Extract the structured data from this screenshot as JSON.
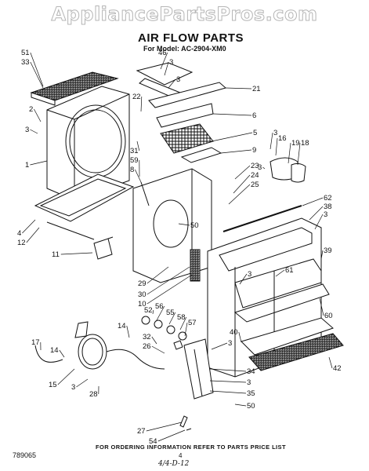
{
  "watermark": "AppliancePartsPros.com",
  "title": "AIR FLOW PARTS",
  "model_line": "For Model: AC-2904-XM0",
  "footer": {
    "drawing_id": "789065",
    "ordering_note": "FOR ORDERING INFORMATION REFER TO PARTS PRICE LIST",
    "page_number": "4",
    "handwritten": "4/4-D-12"
  },
  "callouts": [
    "51",
    "33",
    "46",
    "3",
    "3",
    "22",
    "21",
    "2",
    "3",
    "6",
    "1",
    "3",
    "5",
    "31",
    "59",
    "8",
    "9",
    "3",
    "16",
    "19",
    "18",
    "23",
    "24",
    "25",
    "62",
    "38",
    "3",
    "4",
    "12",
    "11",
    "50",
    "39",
    "3",
    "61",
    "29",
    "30",
    "10",
    "52",
    "56",
    "55",
    "58",
    "57",
    "14",
    "60",
    "17",
    "32",
    "26",
    "40",
    "3",
    "14",
    "15",
    "3",
    "28",
    "42",
    "34",
    "3",
    "35",
    "50",
    "27",
    "54"
  ]
}
